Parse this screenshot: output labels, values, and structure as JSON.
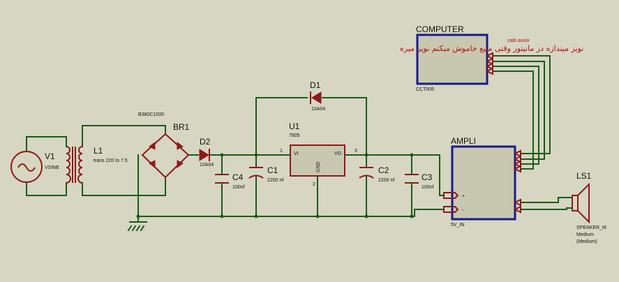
{
  "note": "نویز میندازه در مانیتور وقتی منبع خاموش میکنم نویز میره",
  "cable_note": "cabl auoix",
  "components": {
    "v1": {
      "ref": "V1",
      "value": "VSINE"
    },
    "l1": {
      "ref": "L1",
      "value": "trans 220 to 7.5"
    },
    "br1": {
      "ref": "BR1",
      "value": "B380C1000"
    },
    "d2": {
      "ref": "D2",
      "value": "10A04"
    },
    "d1": {
      "ref": "D1",
      "value": "10A04"
    },
    "u1": {
      "ref": "U1",
      "value": "7805",
      "pin_vi": "VI",
      "pin_vo": "VO",
      "pin_gnd": "GND",
      "pin1": "1",
      "pin2": "2",
      "pin3": "3"
    },
    "c4": {
      "ref": "C4",
      "value": "100nf"
    },
    "c1": {
      "ref": "C1",
      "value": "2200 nf"
    },
    "c2": {
      "ref": "C2",
      "value": "2200 nf"
    },
    "c3": {
      "ref": "C3",
      "value": "100nf"
    },
    "computer": {
      "ref": "COMPUTER",
      "value": "CCT005"
    },
    "ampli": {
      "ref": "AMPLI",
      "value": "5V_IN",
      "plus": "+",
      "minus": "-"
    },
    "ls1": {
      "ref": "LS1",
      "value": "SPEAKER_M",
      "sub1": "Medium",
      "sub2": "(Medium)"
    }
  }
}
